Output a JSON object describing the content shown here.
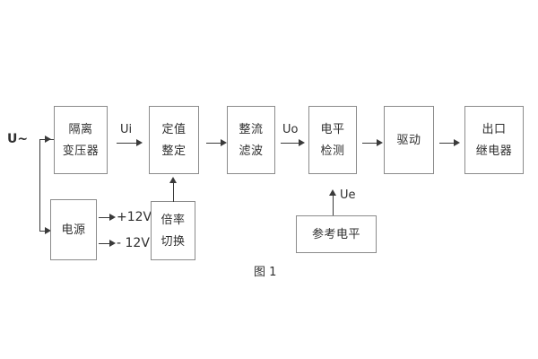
{
  "diagram": {
    "caption": "图 1",
    "source_label": "U~",
    "blocks": [
      {
        "id": "isolation-transformer",
        "lines": [
          "隔离",
          "变压器"
        ]
      },
      {
        "id": "setting-value",
        "lines": [
          "定值",
          "整定"
        ]
      },
      {
        "id": "rectifier-filter",
        "lines": [
          "整流",
          "滤波"
        ]
      },
      {
        "id": "level-detection",
        "lines": [
          "电平",
          "检测"
        ]
      },
      {
        "id": "driver",
        "lines": [
          "驱动"
        ]
      },
      {
        "id": "output-relay",
        "lines": [
          "出口",
          "继电器"
        ]
      },
      {
        "id": "power-supply",
        "lines": [
          "电源"
        ]
      },
      {
        "id": "multiplier-switch",
        "lines": [
          "倍率",
          "切换"
        ]
      },
      {
        "id": "reference-level",
        "lines": [
          "参考电平"
        ]
      }
    ],
    "signals": {
      "ui": "Ui",
      "uo": "Uo",
      "ue": "Ue",
      "rail_pos": "+12V",
      "rail_neg": "- 12V"
    },
    "colors": {
      "box_border": "#8b8b8b",
      "line": "#3a3a3a",
      "text": "#2f2f2f",
      "background": "#ffffff"
    }
  }
}
